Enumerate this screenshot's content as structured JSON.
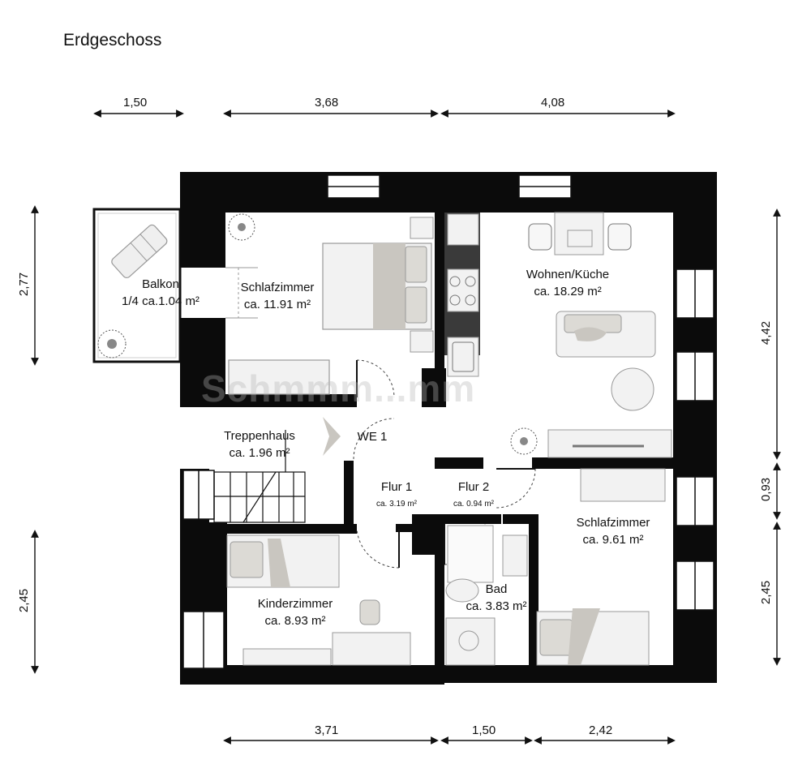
{
  "title": "Erdgeschoss",
  "watermark": "Schmmm...mm",
  "rooms": {
    "balkon": {
      "name": "Balkon",
      "area": "1/4 ca.1.04 m²"
    },
    "schlafzimmer1": {
      "name": "Schlafzimmer",
      "area": "ca. 11.91 m²"
    },
    "wohnen": {
      "name": "Wohnen/Küche",
      "area": "ca. 18.29 m²"
    },
    "treppenhaus": {
      "name": "Treppenhaus",
      "area": "ca. 1.96 m²"
    },
    "we": {
      "name": "WE 1"
    },
    "flur1": {
      "name": "Flur 1",
      "area": "ca. 3.19 m²"
    },
    "flur2": {
      "name": "Flur 2",
      "area": "ca. 0.94 m²"
    },
    "schlafzimmer2": {
      "name": "Schlafzimmer",
      "area": "ca. 9.61 m²"
    },
    "bad": {
      "name": "Bad",
      "area": "ca. 3.83 m²"
    },
    "kinderzimmer": {
      "name": "Kinderzimmer",
      "area": "ca. 8.93 m²"
    }
  },
  "dimensions": {
    "top": [
      "1,50",
      "3,68",
      "4,08"
    ],
    "bottom": [
      "3,71",
      "1,50",
      "2,42"
    ],
    "left": [
      "2,77",
      "2,45"
    ],
    "right": [
      "4,42",
      "0,93",
      "2,45"
    ]
  },
  "colors": {
    "wall": "#0b0b0b",
    "furniture_fill": "#efefef",
    "furniture_stroke": "#9a9a9a",
    "bedding": "#c9c6c0"
  }
}
